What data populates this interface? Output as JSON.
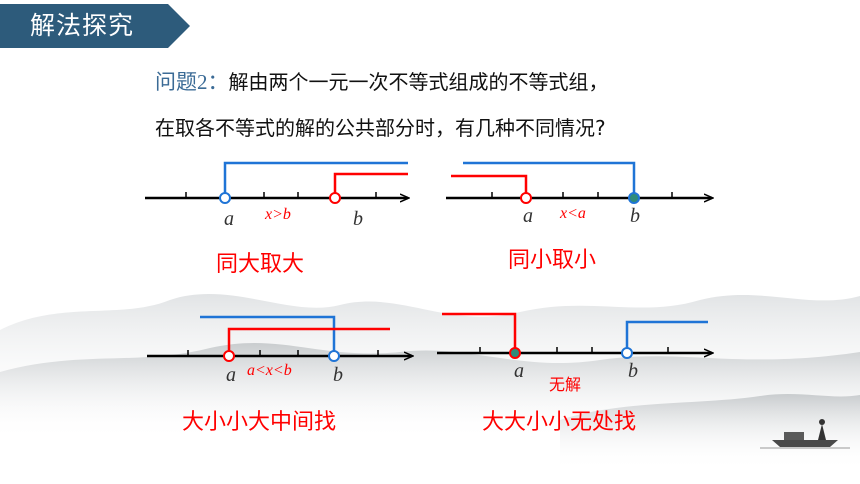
{
  "section_title": "解法探究",
  "question": {
    "label": "问题2：",
    "line1": "解由两个一元一次不等式组成的不等式组，",
    "line2": "在取各不等式的解的公共部分时，有几种不同情况?"
  },
  "colors": {
    "banner": "#2d5b7b",
    "red": "#ff0000",
    "blue": "#1f74d6",
    "axis": "#000000"
  },
  "cases": [
    {
      "label_a": "a",
      "label_b": "b",
      "inequality": "x>b",
      "caption": "同大取大"
    },
    {
      "label_a": "a",
      "label_b": "b",
      "inequality": "x<a",
      "caption": "同小取小"
    },
    {
      "label_a": "a",
      "label_b": "b",
      "inequality": "a<x<b",
      "caption": "大小小大中间找"
    },
    {
      "label_a": "a",
      "label_b": "b",
      "inequality": "无解",
      "caption": "大大小小无处找"
    }
  ]
}
